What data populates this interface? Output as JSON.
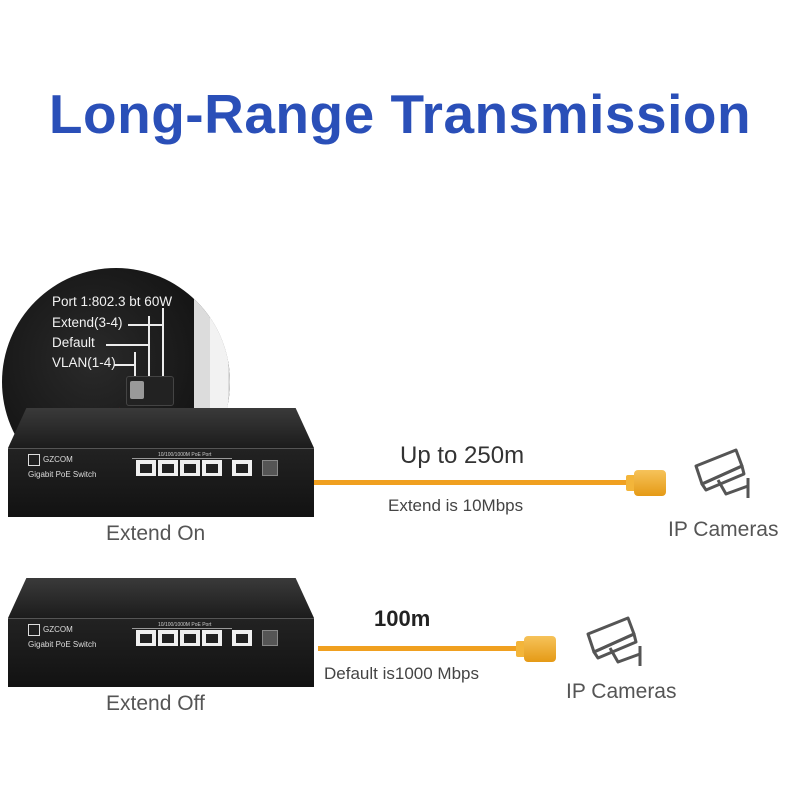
{
  "title": "Long-Range Transmission",
  "zoom": {
    "line1": "Port 1:802.3 bt 60W",
    "line2": "Extend(3-4)",
    "line3": "Default",
    "line4": "VLAN(1-4)"
  },
  "switch": {
    "brand": "GZCOM",
    "model": "Gigabit PoE Switch",
    "ports_label": "10/100/1000M PoE Port"
  },
  "top_row": {
    "caption": "Extend On",
    "distance": "Up to 250m",
    "speed": "Extend is 10Mbps",
    "cameras": "IP Cameras"
  },
  "bottom_row": {
    "caption": "Extend Off",
    "distance": "100m",
    "speed": "Default is1000 Mbps",
    "cameras": "IP Cameras"
  },
  "colors": {
    "title": "#2a4fb8",
    "cable": "#f0a020",
    "pointer": "#e01010"
  },
  "icons": [
    "camera-icon",
    "ethernet-plug-icon"
  ]
}
